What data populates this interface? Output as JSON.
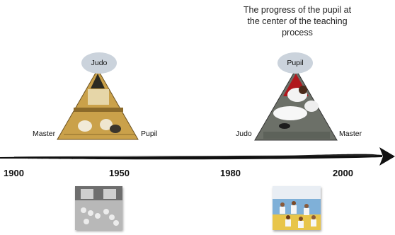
{
  "caption": {
    "lines": [
      "The progress of the pupil at",
      "the center of the teaching",
      "process"
    ]
  },
  "triangle_left": {
    "top": "Judo",
    "left": "Master",
    "right": "Pupil",
    "fill": "#caa14a"
  },
  "triangle_right": {
    "top": "Pupil",
    "left": "Judo",
    "right": "Master",
    "fill": "#6c7068"
  },
  "timeline": {
    "years": [
      "1900",
      "1950",
      "1980",
      "2000"
    ],
    "arrow_color": "#111111"
  },
  "colors": {
    "bubble": "#cbd3dc"
  }
}
